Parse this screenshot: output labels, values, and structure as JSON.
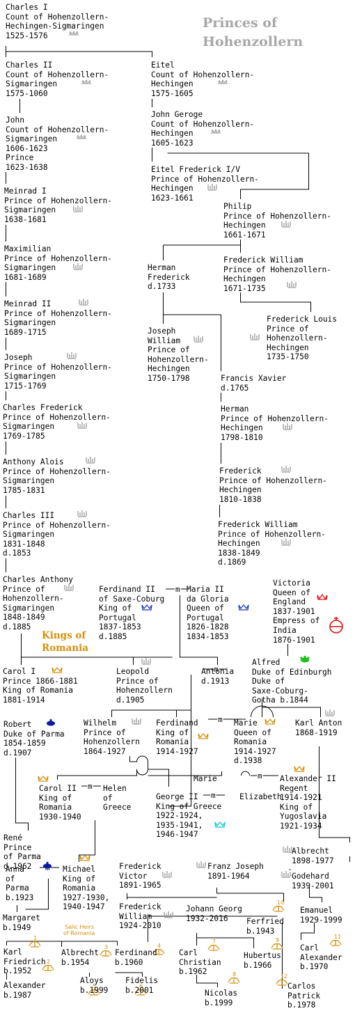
{
  "title": [
    "Princes of",
    "Hohenzollern"
  ],
  "section_kings": [
    "Kings of",
    "Romania"
  ],
  "salic_note": [
    "Salic Heirs",
    "of Romania"
  ],
  "colors": {
    "line": "#000000",
    "title": "#a7a7a7",
    "orange": "#d4900a",
    "gray_crown": "#9a9a9a",
    "blue_crown": "#1f35c8",
    "red_crown": "#e01010",
    "green_crown": "#18c018",
    "cyan_crown": "#00c8d8",
    "navy_crown": "#0a1aa8"
  },
  "persons": [
    {
      "id": "charles1",
      "lines": [
        "Charles I",
        "Count of Hohenzollern-",
        "Hechingen-Sigmaringen",
        "1525-1576"
      ],
      "crown": "coronet",
      "crown_color": "gray"
    },
    {
      "id": "charles2",
      "lines": [
        "Charles II",
        "Count of Hohenzollern-",
        "Sigmaringen",
        "1575-1060"
      ],
      "crown": "coronet",
      "crown_color": "gray"
    },
    {
      "id": "eitel",
      "lines": [
        "Eitel",
        "Count of Hohenzollern-",
        "Hechingen",
        "1575-1605"
      ],
      "crown": "coronet",
      "crown_color": "gray"
    },
    {
      "id": "john",
      "lines": [
        "John",
        "Count of Hohenzollern-",
        "Sigmaringen",
        "1606-1623",
        "Prince",
        "1623-1638"
      ],
      "crown": "coronet",
      "crown_color": "gray"
    },
    {
      "id": "johngeorge",
      "lines": [
        "John Geroge",
        "Count of Hohenzollern-",
        "Hechingen",
        "1605-1623"
      ],
      "crown": "coronet",
      "crown_color": "gray"
    },
    {
      "id": "eitelfred",
      "lines": [
        "Eitel Frederick I/V",
        "Prince of Hohenzollern-",
        "Hechingen",
        "1623-1661"
      ],
      "crown": "prince",
      "crown_color": "gray"
    },
    {
      "id": "meinrad1",
      "lines": [
        "Meinrad I",
        "Prince of Hohenzollern-",
        "Sigmaringen",
        "1638-1681"
      ],
      "crown": "prince",
      "crown_color": "gray"
    },
    {
      "id": "philip",
      "lines": [
        "Philip",
        "Prince of Hohenzollern-",
        "Hechingen",
        "1661-1671"
      ],
      "crown": "prince",
      "crown_color": "gray"
    },
    {
      "id": "maximilian",
      "lines": [
        "Maximilian",
        "Prince of Hohenzollern-",
        "Sigmaringen",
        "1681-1689"
      ],
      "crown": "prince",
      "crown_color": "gray"
    },
    {
      "id": "hermanfred",
      "lines": [
        "Herman",
        "Frederick",
        "d.1733"
      ]
    },
    {
      "id": "fredwilliam1",
      "lines": [
        "Frederick William",
        "Prince of Hohenzollern-",
        "Hechingen",
        "1671-1735"
      ],
      "crown": "prince",
      "crown_color": "gray"
    },
    {
      "id": "meinrad2",
      "lines": [
        "Meinrad II",
        "Prince of Hohenzollern-",
        "Sigmaringen",
        "1689-1715"
      ],
      "crown": "prince",
      "crown_color": "gray"
    },
    {
      "id": "fredlouis",
      "lines": [
        "Frederick Louis",
        "Prince of",
        "Hohenzollern-",
        "Hechingen",
        "1735-1750"
      ],
      "crown": "prince",
      "crown_color": "gray"
    },
    {
      "id": "josephwilliam",
      "lines": [
        "Joseph",
        "William",
        "Prince of",
        "Hohenzollern-",
        "Hechingen",
        "1750-1798"
      ],
      "crown": "prince",
      "crown_color": "gray"
    },
    {
      "id": "joseph",
      "lines": [
        "Joseph",
        "Prince of Hohenzollern-",
        "Sigmaringen",
        "1715-1769"
      ],
      "crown": "prince",
      "crown_color": "gray"
    },
    {
      "id": "francisxavier",
      "lines": [
        "Francis Xavier",
        "d.1765"
      ]
    },
    {
      "id": "charlesfred",
      "lines": [
        "Charles Frederick",
        "Prince of Hohenzollern-",
        "Sigmaringen",
        "1769-1785"
      ],
      "crown": "prince",
      "crown_color": "gray"
    },
    {
      "id": "herman",
      "lines": [
        "Herman",
        "Prince of Hohenzollern-",
        "Hechingen",
        "1798-1810"
      ],
      "crown": "prince",
      "crown_color": "gray"
    },
    {
      "id": "anthonyalois",
      "lines": [
        "Anthony Alois",
        "Prince of Hohenzollern-",
        "Sigmaringen",
        "1785-1831"
      ],
      "crown": "prince",
      "crown_color": "gray"
    },
    {
      "id": "frederick",
      "lines": [
        "Frederick",
        "Prince of Hohenzollern-",
        "Hechingen",
        "1810-1838"
      ],
      "crown": "prince",
      "crown_color": "gray"
    },
    {
      "id": "charles3",
      "lines": [
        "Charles III",
        "Prince of Hohenzollern-",
        "Sigmaringen",
        "1831-1848",
        "d.1853"
      ],
      "crown": "prince",
      "crown_color": "gray"
    },
    {
      "id": "fredwilliam2",
      "lines": [
        "Frederick William",
        "Prince of Hohenzollern-",
        "Hechingen",
        "1838-1849",
        "d.1869"
      ],
      "crown": "prince",
      "crown_color": "gray"
    },
    {
      "id": "charlesanthony",
      "lines": [
        "Charles Anthony",
        "Prince of",
        "Hohenzollern-",
        "Sigmaringen",
        "1848-1849",
        "d.1885"
      ],
      "crown": "prince",
      "crown_color": "gray"
    },
    {
      "id": "ferdinand2",
      "lines": [
        "Ferdinand II",
        "of Saxe-Coburg",
        "King of",
        "Portugal",
        "1837-1853",
        "d.1885"
      ],
      "crown": "royal",
      "crown_color": "blue"
    },
    {
      "id": "maria2",
      "lines": [
        "Maria II",
        "da Gloria",
        "Queen of",
        "Portugal",
        "1826-1828",
        "1834-1853"
      ],
      "crown": "royal",
      "crown_color": "blue"
    },
    {
      "id": "victoria",
      "lines": [
        "Victoria",
        "Queen of",
        "England",
        "1837-1901",
        "Empress of",
        "India",
        "1876-1901"
      ],
      "crown": "royal",
      "crown_color": "red"
    },
    {
      "id": "carol1",
      "lines": [
        "Carol I",
        "Prince 1866-1881",
        "King of Romania",
        "1881-1914"
      ],
      "crown": "royal",
      "crown_color": "orange"
    },
    {
      "id": "leopold",
      "lines": [
        "Leopold",
        "Prince of",
        "Hohenzollern",
        "d.1905"
      ],
      "crown": "prince",
      "crown_color": "gray"
    },
    {
      "id": "antonia",
      "lines": [
        "Antonia",
        "d.1913"
      ]
    },
    {
      "id": "alfred",
      "lines": [
        "Alfred",
        "Duke of Edinburgh",
        "Duke of",
        "Saxe-Coburg-",
        "Gotha b.1844"
      ],
      "crown": "royal",
      "crown_color": "green"
    },
    {
      "id": "robert",
      "lines": [
        "Robert",
        "Duke of Parma",
        "1854-1859",
        "d.1907"
      ],
      "crown": "royal",
      "crown_color": "navy"
    },
    {
      "id": "wilhelm",
      "lines": [
        "Wilhelm",
        "Prince of",
        "Hohenzollern",
        "1864-1927"
      ],
      "crown": "prince",
      "crown_color": "gray"
    },
    {
      "id": "ferdinand",
      "lines": [
        "Ferdinand",
        "King of",
        "Romania",
        "1914-1927"
      ],
      "crown": "royal",
      "crown_color": "orange"
    },
    {
      "id": "marie",
      "lines": [
        "Marie",
        "Queen of",
        "Romania",
        "1914-1927",
        "d.1938"
      ],
      "crown": "royal",
      "crown_color": "orange"
    },
    {
      "id": "karlanton",
      "lines": [
        "Karl Anton",
        "1868-1919"
      ],
      "crown": "prince",
      "crown_color": "gray"
    },
    {
      "id": "carol2",
      "lines": [
        "Carol II",
        "King of",
        "Romania",
        "1930-1940"
      ],
      "crown": "royal",
      "crown_color": "orange"
    },
    {
      "id": "helen",
      "lines": [
        "Helen",
        "of",
        "Greece"
      ]
    },
    {
      "id": "mariey",
      "lines": [
        "Marie"
      ]
    },
    {
      "id": "alexander2",
      "lines": [
        "Alexander II",
        "Regent",
        "1914-1921",
        "King of",
        "Yugoslavia",
        "1921-1934"
      ],
      "crown": "royal",
      "crown_color": "orange"
    },
    {
      "id": "george2",
      "lines": [
        "George II",
        "King of Greece",
        "1922-1924,",
        "1935-1941,",
        "1946-1947"
      ],
      "crown": "royal",
      "crown_color": "cyan"
    },
    {
      "id": "elizabeth",
      "lines": [
        "Elizabeth"
      ]
    },
    {
      "id": "rene",
      "lines": [
        "René",
        "Prince",
        "of Parma",
        "d.1962"
      ],
      "crown": "royal",
      "crown_color": "navy"
    },
    {
      "id": "albrecht1",
      "lines": [
        "Albrecht",
        "1898-1977"
      ],
      "crown": "prince",
      "crown_color": "gray"
    },
    {
      "id": "anna",
      "lines": [
        "Anna",
        "of",
        "Parma",
        "b.1923"
      ]
    },
    {
      "id": "michael",
      "lines": [
        "Michael",
        "King of",
        "Romania",
        "1927-1930,",
        "1940-1947"
      ],
      "crown": "royal",
      "crown_color": "orange"
    },
    {
      "id": "fredvictor",
      "lines": [
        "Frederick",
        "Victor",
        "1891-1965"
      ],
      "crown": "prince",
      "crown_color": "gray"
    },
    {
      "id": "franzjoseph",
      "lines": [
        "Franz Joseph",
        "1891-1964"
      ],
      "crown": "prince",
      "crown_color": "gray"
    },
    {
      "id": "godehard",
      "lines": [
        "Godehard",
        "1939-2001"
      ],
      "crown": "prince",
      "crown_color": "gray"
    },
    {
      "id": "fredwilliam3",
      "lines": [
        "Frederick",
        "William",
        "1924-2010"
      ],
      "crown": "prince",
      "crown_color": "gray"
    },
    {
      "id": "johanngeorg",
      "lines": [
        "Johann Georg",
        "1932-2016"
      ]
    },
    {
      "id": "emanuel",
      "lines": [
        "Emanuel",
        "1929-1999"
      ]
    },
    {
      "id": "margaret",
      "lines": [
        "Margaret",
        "b.1949"
      ]
    },
    {
      "id": "ferfried",
      "lines": [
        "Ferfried",
        "b.1943"
      ],
      "heir": "10"
    },
    {
      "id": "karlfried",
      "lines": [
        "Karl",
        "Friedrich",
        "b.1952"
      ],
      "heir": "1"
    },
    {
      "id": "albrecht2",
      "lines": [
        "Albrecht",
        "b.1954"
      ],
      "heir": "3"
    },
    {
      "id": "ferdinand3",
      "lines": [
        "Ferdinand",
        "b.1960"
      ],
      "heir": "4"
    },
    {
      "id": "carlchristian",
      "lines": [
        "Carl",
        "Christian",
        "b.1962"
      ],
      "heir": "7"
    },
    {
      "id": "hubertus",
      "lines": [
        "Hubertus",
        "b.1966"
      ],
      "heir": "9"
    },
    {
      "id": "carlalex",
      "lines": [
        "Carl",
        "Alexander",
        "b.1970"
      ],
      "heir": "11"
    },
    {
      "id": "alexander",
      "lines": [
        "Alexander",
        "b.1987"
      ],
      "heir": "2"
    },
    {
      "id": "aloys",
      "lines": [
        "Aloys",
        "b.1999"
      ],
      "heir": "5"
    },
    {
      "id": "fidelis",
      "lines": [
        "Fidelis",
        "b.2001"
      ],
      "heir": "6"
    },
    {
      "id": "nicolas",
      "lines": [
        "Nicolas",
        "b.1999"
      ],
      "heir": "8"
    },
    {
      "id": "carlospatrick",
      "lines": [
        "Carlos",
        "Patrick",
        "b.1978"
      ],
      "heir": "12"
    }
  ],
  "marriages": [
    {
      "label": "m"
    },
    {
      "label": "m"
    },
    {
      "label": "m"
    },
    {
      "label": "m"
    },
    {
      "label": "m"
    },
    {
      "label": "m"
    },
    {
      "label": "m"
    }
  ]
}
